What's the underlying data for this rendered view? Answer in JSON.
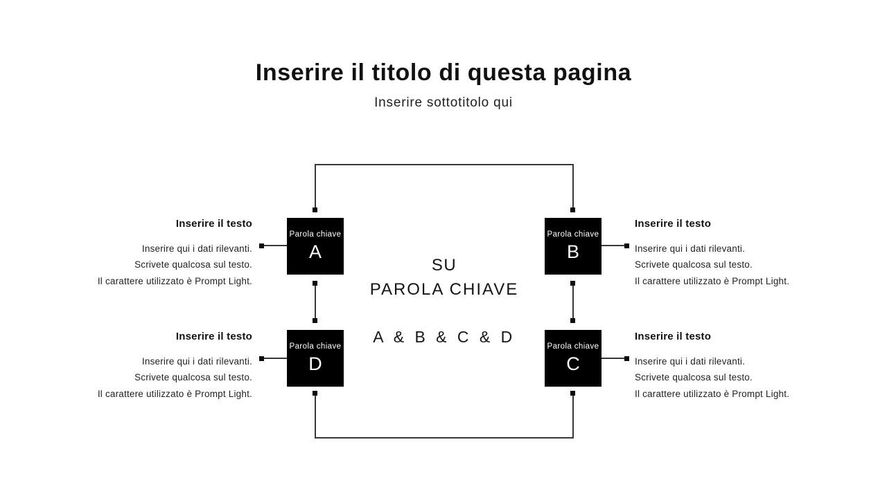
{
  "title": "Inserire il titolo di questa pagina",
  "subtitle": "Inserire sottotitolo qui",
  "center_text": {
    "line1": "SU",
    "line2": "PAROLA CHIAVE",
    "formula": "A & B & C & D"
  },
  "keyword_boxes": [
    {
      "label": "Parola chiave",
      "letter": "A"
    },
    {
      "label": "Parola chiave",
      "letter": "B"
    },
    {
      "label": "Parola chiave",
      "letter": "D"
    },
    {
      "label": "Parola chiave",
      "letter": "C"
    }
  ],
  "side_text": {
    "heading": "Inserire il testo",
    "lines": [
      "Inserire qui i dati rilevanti.",
      "Scrivete qualcosa sul testo.",
      "Il carattere utilizzato è Prompt Light."
    ]
  },
  "colors": {
    "background": "#ffffff",
    "box_fill": "#000000",
    "box_text": "#ffffff",
    "connector_line": "#383838",
    "arrow_square": "#0c0c0c",
    "text_primary": "#111111",
    "text_body": "#222222"
  }
}
